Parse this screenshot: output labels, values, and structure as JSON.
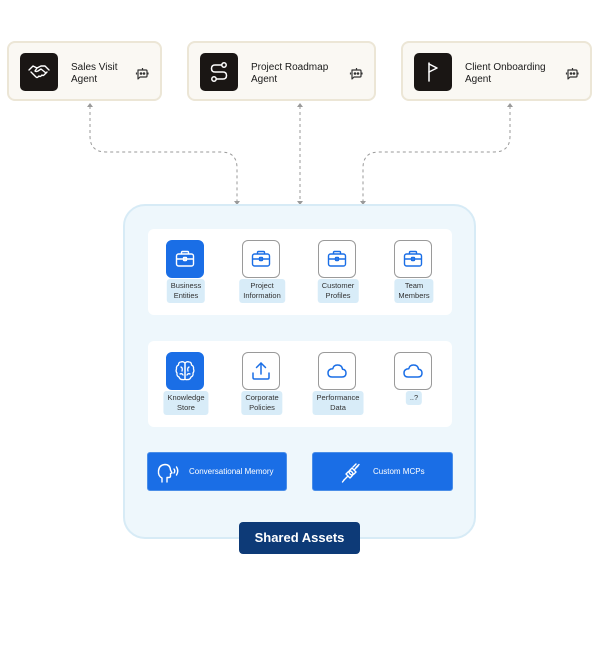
{
  "agents": [
    {
      "label": "Sales Visit\nAgent",
      "icon": "handshake-icon"
    },
    {
      "label": "Project Roadmap\nAgent",
      "icon": "route-icon"
    },
    {
      "label": "Client Onboarding\nAgent",
      "icon": "flag-icon"
    }
  ],
  "agent_action_icon": "bot-icon",
  "row1": [
    {
      "label": "Business\nEntities",
      "icon": "briefcase-icon",
      "active": true
    },
    {
      "label": "Project\nInformation",
      "icon": "briefcase-icon",
      "active": false
    },
    {
      "label": "Customer\nProfiles",
      "icon": "briefcase-icon",
      "active": false
    },
    {
      "label": "Team\nMembers",
      "icon": "briefcase-icon",
      "active": false
    }
  ],
  "row2": [
    {
      "label": "Knowledge\nStore",
      "icon": "brain-icon",
      "active": true
    },
    {
      "label": "Corporate\nPolicies",
      "icon": "upload-icon",
      "active": false
    },
    {
      "label": "Performance\nData",
      "icon": "cloud-icon",
      "active": false
    },
    {
      "label": "..?",
      "icon": "cloud-icon",
      "active": false
    }
  ],
  "memory": {
    "label": "Conversational Memory",
    "icon": "speaking-head-icon"
  },
  "mcps": {
    "label": "Custom MCPs",
    "icon": "plug-icon"
  },
  "title": "Shared Assets",
  "colors": {
    "accent": "#1a6ee6",
    "badge": "#0d3a77",
    "panel": "#eef7fc",
    "card": "#faf8f3"
  }
}
